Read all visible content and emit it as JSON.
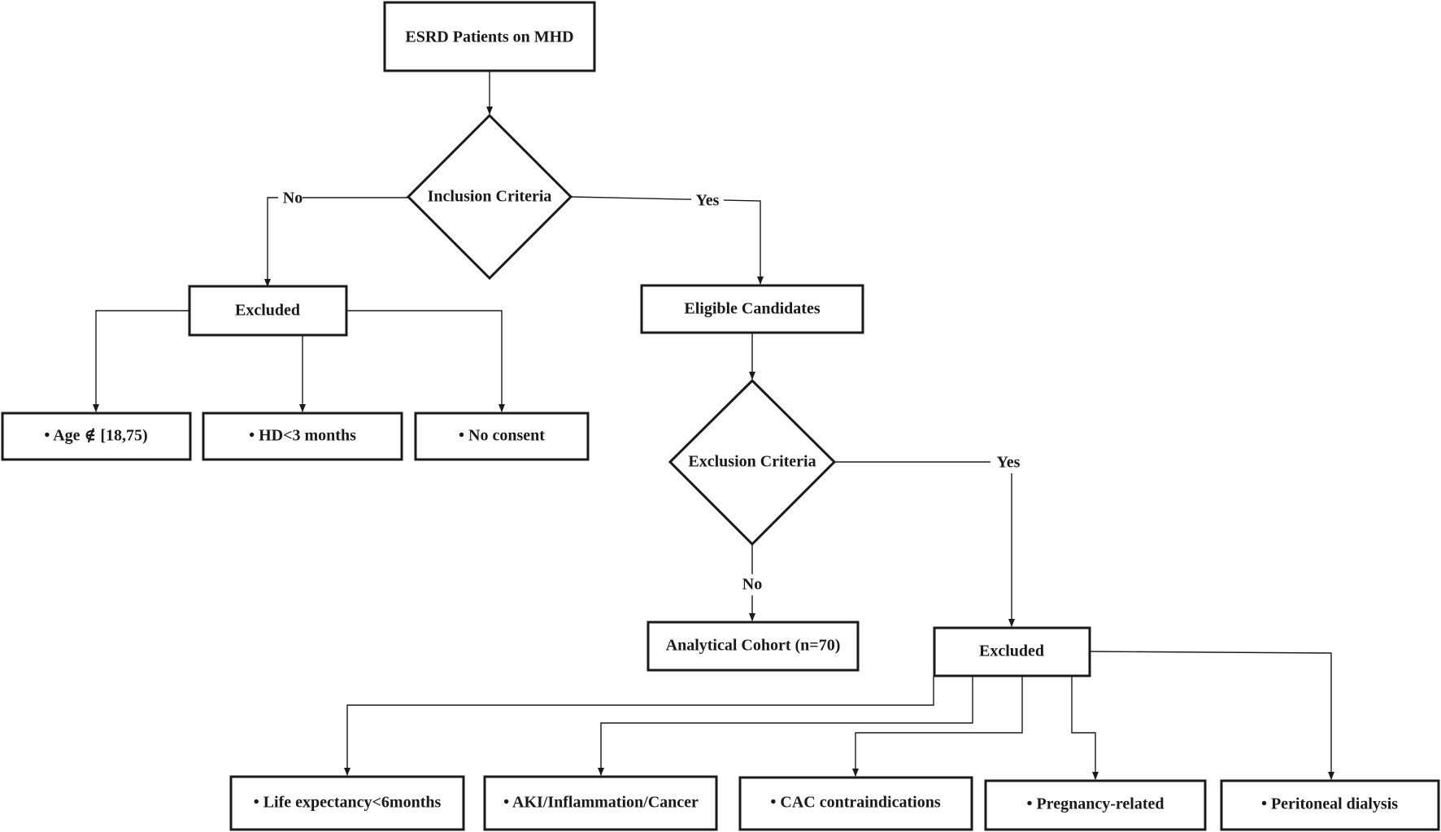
{
  "nodes": {
    "start": "ESRD Patients on MHD",
    "inclusion": "Inclusion Criteria",
    "excluded_inclusion": "Excluded",
    "eligible": "Eligible Candidates",
    "age": "• Age ∉ [18,75)",
    "hd": "• HD<3 months",
    "consent": "• No consent",
    "exclusion": "Exclusion Criteria",
    "cohort": "Analytical Cohort (n=70)",
    "excluded_exclusion": "Excluded",
    "life": "• Life expectancy<6months",
    "aki": "• AKI/Inflammation/Cancer",
    "cac": "• CAC contraindications",
    "pregnancy": "• Pregnancy-related",
    "peritoneal": "• Peritoneal dialysis"
  },
  "edge_labels": {
    "inclusion_no": "No",
    "inclusion_yes": "Yes",
    "exclusion_yes": "Yes",
    "exclusion_no": "No"
  },
  "colors": {
    "stroke": "#1a1a1a",
    "background": "#ffffff"
  }
}
